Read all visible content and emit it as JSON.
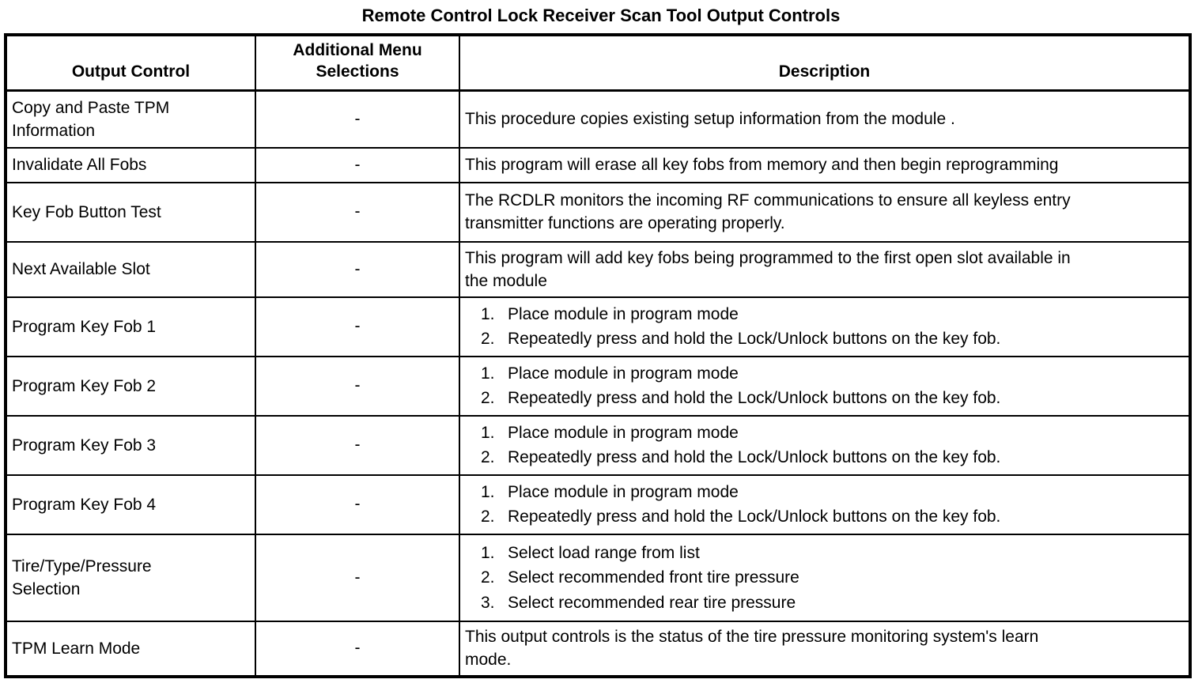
{
  "title": "Remote Control Lock Receiver Scan Tool Output Controls",
  "table": {
    "headers": {
      "output_control": "Output Control",
      "additional_menu": "Additional Menu Selections",
      "description": "Description"
    },
    "rows": [
      {
        "control": "Copy and Paste TPM Information",
        "menu": "-",
        "description": {
          "type": "text",
          "text": "This procedure copies existing setup information from the module ."
        }
      },
      {
        "control": "Invalidate All Fobs",
        "menu": "-",
        "description": {
          "type": "text",
          "text": "This program will erase all key fobs from memory and then begin reprogramming"
        }
      },
      {
        "control": "Key Fob Button Test",
        "menu": "-",
        "description": {
          "type": "text",
          "text": "The RCDLR monitors the incoming RF communications to ensure all keyless entry transmitter functions are operating properly."
        }
      },
      {
        "control": "Next Available Slot",
        "menu": "-",
        "description": {
          "type": "text",
          "text": "This program will add key fobs being programmed to the first open slot available in the module"
        }
      },
      {
        "control": "Program Key Fob 1",
        "menu": "-",
        "description": {
          "type": "list",
          "items": [
            "Place module in program mode",
            "Repeatedly press and hold the Lock/Unlock buttons on the key fob."
          ]
        }
      },
      {
        "control": "Program Key Fob 2",
        "menu": "-",
        "description": {
          "type": "list",
          "items": [
            "Place module in program mode",
            "Repeatedly press and hold the Lock/Unlock buttons on the key fob."
          ]
        }
      },
      {
        "control": "Program Key Fob 3",
        "menu": "-",
        "description": {
          "type": "list",
          "items": [
            "Place module in program mode",
            "Repeatedly press and hold the Lock/Unlock buttons on the key fob."
          ]
        }
      },
      {
        "control": "Program Key Fob 4",
        "menu": "-",
        "description": {
          "type": "list",
          "items": [
            "Place module in program mode",
            "Repeatedly press and hold the Lock/Unlock buttons on the key fob."
          ]
        }
      },
      {
        "control": "Tire/Type/Pressure Selection",
        "menu": "-",
        "description": {
          "type": "list",
          "items": [
            "Select load range from list",
            "Select recommended front tire pressure",
            "Select recommended rear tire pressure"
          ]
        }
      },
      {
        "control": "TPM Learn Mode",
        "menu": "-",
        "description": {
          "type": "text",
          "text": "This output controls is the status of the tire pressure monitoring system's learn mode."
        }
      }
    ]
  }
}
